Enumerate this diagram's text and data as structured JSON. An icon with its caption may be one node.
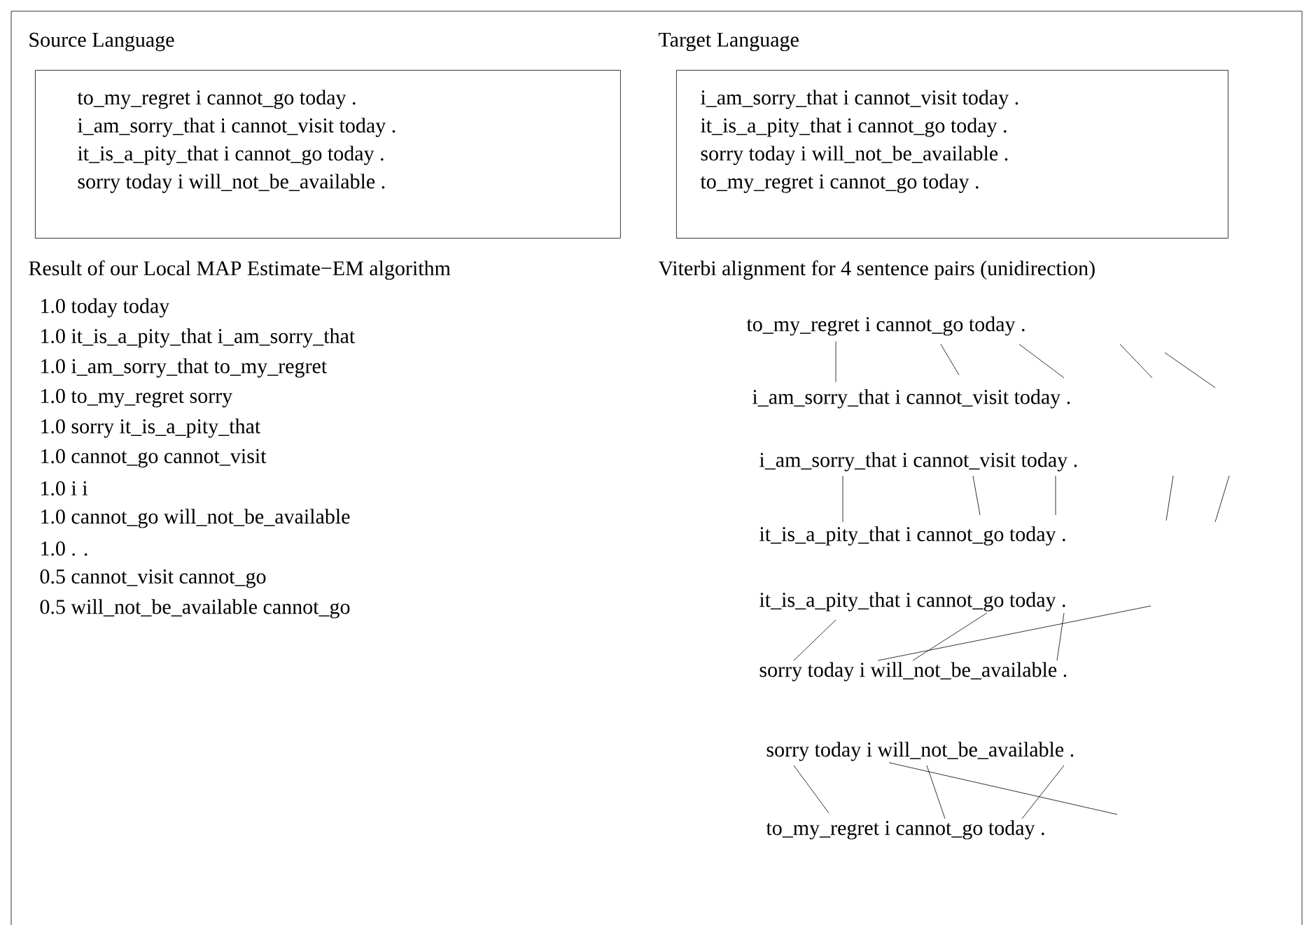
{
  "diagram": {
    "nodes": [
      {
        "text": [
          "Source Language",
          "to_my_regret i cannot_go today .",
          "i_am_sorry_that i cannot_visit today .",
          "it_is_a_pity_that i cannot_go today .",
          "sorry today i will_not_be_available ."
        ]
      },
      {
        "text": [
          "Target Language",
          "i_am_sorry_that i cannot_visit today .",
          "it_is_a_pity_that i cannot_go today .",
          "sorry today i will_not_be_available .",
          "to_my_regret i cannot_go today ."
        ]
      }
    ],
    "labels": [
      "Result of our Local MAP Estimate−EM algorithm",
      "1.0 today today",
      "1.0 it_is_a_pity_that i_am_sorry_that",
      "1.0 i_am_sorry_that to_my_regret",
      "1.0 to_my_regret sorry",
      "1.0 sorry it_is_a_pity_that",
      "1.0 cannot_go cannot_visit",
      "1.0 i i",
      "1.0 cannot_go will_not_be_available",
      "1.0 . .",
      "0.5 cannot_visit cannot_go",
      "0.5 will_not_be_available cannot_go",
      "Viterbi alignment for 4 sentence pairs (unidirection)",
      "to_my_regret i cannot_go today .",
      "i_am_sorry_that i cannot_visit today .",
      "i_am_sorry_that i cannot_visit today .",
      "it_is_a_pity_that i cannot_go today .",
      "it_is_a_pity_that i cannot_go today .",
      "sorry today i will_not_be_available .",
      "sorry today i will_not_be_available .",
      "to_my_regret i cannot_go today ."
    ]
  }
}
